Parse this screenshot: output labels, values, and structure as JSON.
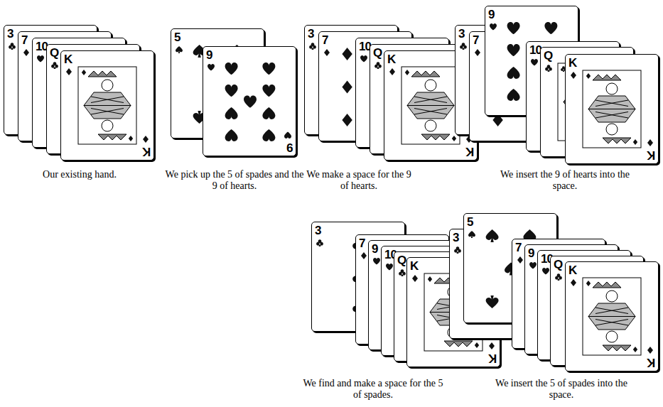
{
  "diagram": {
    "nodes": [
      {
        "text": [
          "3"
        ]
      },
      {
        "text": [
          "7"
        ]
      },
      {
        "text": [
          "10"
        ]
      },
      {
        "text": [
          "Q"
        ]
      },
      {
        "text": [
          "K",
          "K"
        ]
      },
      {
        "text": [
          "5"
        ]
      },
      {
        "text": [
          "9",
          "9"
        ]
      },
      {
        "text": [
          "3"
        ]
      },
      {
        "text": [
          "7"
        ]
      },
      {
        "text": [
          "10"
        ]
      },
      {
        "text": [
          "Q"
        ]
      },
      {
        "text": [
          "K",
          "K"
        ]
      },
      {
        "text": [
          "3"
        ]
      },
      {
        "text": [
          "7"
        ]
      },
      {
        "text": [
          "9"
        ]
      },
      {
        "text": [
          "10"
        ]
      },
      {
        "text": [
          "Q"
        ]
      },
      {
        "text": [
          "K",
          "K"
        ]
      },
      {
        "text": [
          "3"
        ]
      },
      {
        "text": [
          "7"
        ]
      },
      {
        "text": [
          "9"
        ]
      },
      {
        "text": [
          "10"
        ]
      },
      {
        "text": [
          "Q"
        ]
      },
      {
        "text": [
          "K",
          "K"
        ]
      },
      {
        "text": [
          "3"
        ]
      },
      {
        "text": [
          "5"
        ]
      },
      {
        "text": [
          "7"
        ]
      },
      {
        "text": [
          "9"
        ]
      },
      {
        "text": [
          "10"
        ]
      },
      {
        "text": [
          "Q"
        ]
      },
      {
        "text": [
          "K",
          "K"
        ]
      }
    ],
    "labels": [
      "Our existing hand.",
      "We pick up the 5 of spades and the 9 of hearts.",
      "We make a space for the 9 of hearts.",
      "We insert the 9 of hearts into the space.",
      "We find and make a space for the 5 of spades.",
      "We insert the 5 of spades into the space."
    ]
  }
}
